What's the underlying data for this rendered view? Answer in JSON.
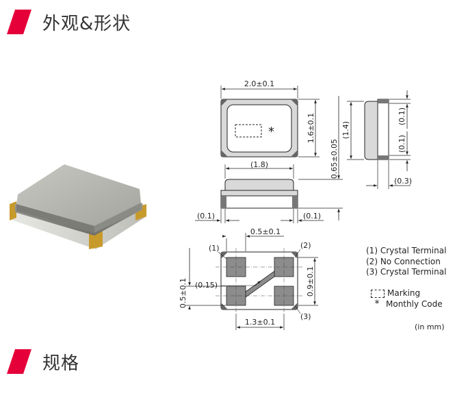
{
  "sections": {
    "appearance_title": "外观&形状",
    "specs_title": "规格"
  },
  "dims": {
    "width": "2.0±0.1",
    "height": "1.6±0.1",
    "thickness": "0.65±0.05",
    "lid_width": "(1.8)",
    "side_height": "(1.4)",
    "side_top": "(0.1)",
    "side_bottom": "(0.1)",
    "side_depth": "(0.3)",
    "edge_left": "(0.1)",
    "edge_right": "(0.1)",
    "pad_width": "0.5±0.1",
    "pad_height": "0.5±0.1",
    "pad_pitch_x": "1.3±0.1",
    "pad_pitch_y": "0.9±0.1",
    "trace": "(0.15)",
    "pin1": "(1)",
    "pin2": "(2)",
    "pin3": "(3)"
  },
  "legend": {
    "l1": "(1) Crystal Terminal",
    "l2": "(2) No Connection",
    "l3": "(3) Crystal Terminal",
    "marking": "Marking",
    "monthly_sym": "*",
    "monthly": "Monthly Code",
    "unit": "(in mm)"
  },
  "colors": {
    "accent": "#e5003a",
    "pad": "#8c8c8c",
    "package": "#d9d9d9"
  }
}
